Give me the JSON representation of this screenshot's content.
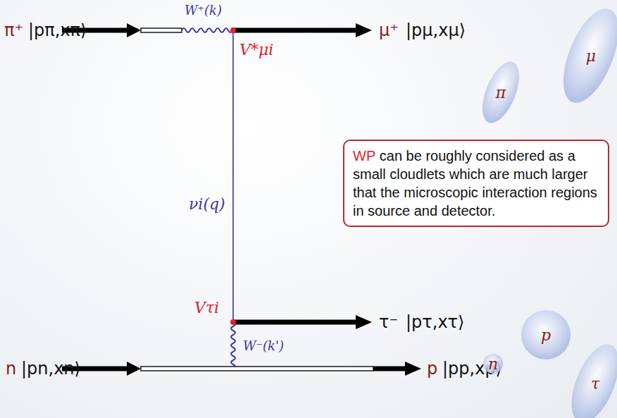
{
  "diagram": {
    "nodes": [
      {
        "text": [
          "WP",
          "can be roughly considered as a small cloudlets which are much larger that the microscopic interaction regions in source and detector."
        ]
      },
      {
        "text": [
          "μ"
        ]
      },
      {
        "text": [
          "π"
        ]
      },
      {
        "text": [
          "p"
        ]
      },
      {
        "text": [
          "n"
        ]
      },
      {
        "text": [
          "τ"
        ]
      }
    ],
    "labels": [
      "π⁺",
      "|pπ,xπ⟩",
      "W⁺(k)",
      "μ⁺",
      "|pμ,xμ⟩",
      "V*μi",
      "νi(q)",
      "Vτi",
      "τ⁻",
      "|pτ,xτ⟩",
      "W⁻(k')",
      "n",
      "|pn,xn⟩",
      "p",
      "|pp,xp⟩"
    ]
  }
}
